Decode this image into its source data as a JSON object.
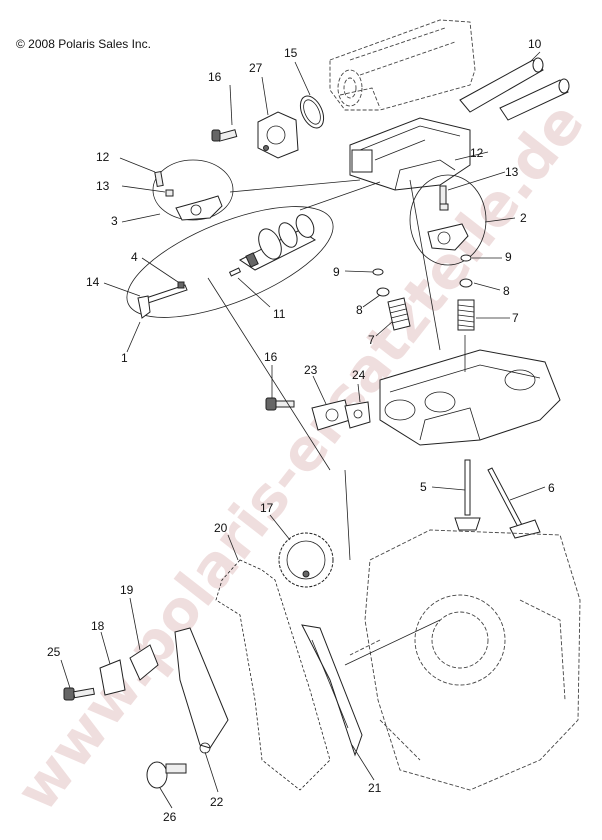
{
  "copyright": "© 2008 Polaris Sales Inc.",
  "watermark": "www.polaris-ersatzteile.de",
  "callouts": {
    "c1": "1",
    "c2": "2",
    "c3": "3",
    "c4": "4",
    "c5": "5",
    "c6": "6",
    "c7a": "7",
    "c7b": "7",
    "c8a": "8",
    "c8b": "8",
    "c9a": "9",
    "c9b": "9",
    "c10": "10",
    "c11": "11",
    "c12a": "12",
    "c12b": "12",
    "c13a": "13",
    "c13b": "13",
    "c14": "14",
    "c15": "15",
    "c16a": "16",
    "c16b": "16",
    "c17": "17",
    "c18": "18",
    "c19": "19",
    "c20": "20",
    "c21": "21",
    "c22": "22",
    "c23": "23",
    "c24": "24",
    "c25": "25",
    "c26": "26",
    "c27": "27"
  },
  "colors": {
    "line": "#222222",
    "watermark": "#e3c4c4"
  }
}
